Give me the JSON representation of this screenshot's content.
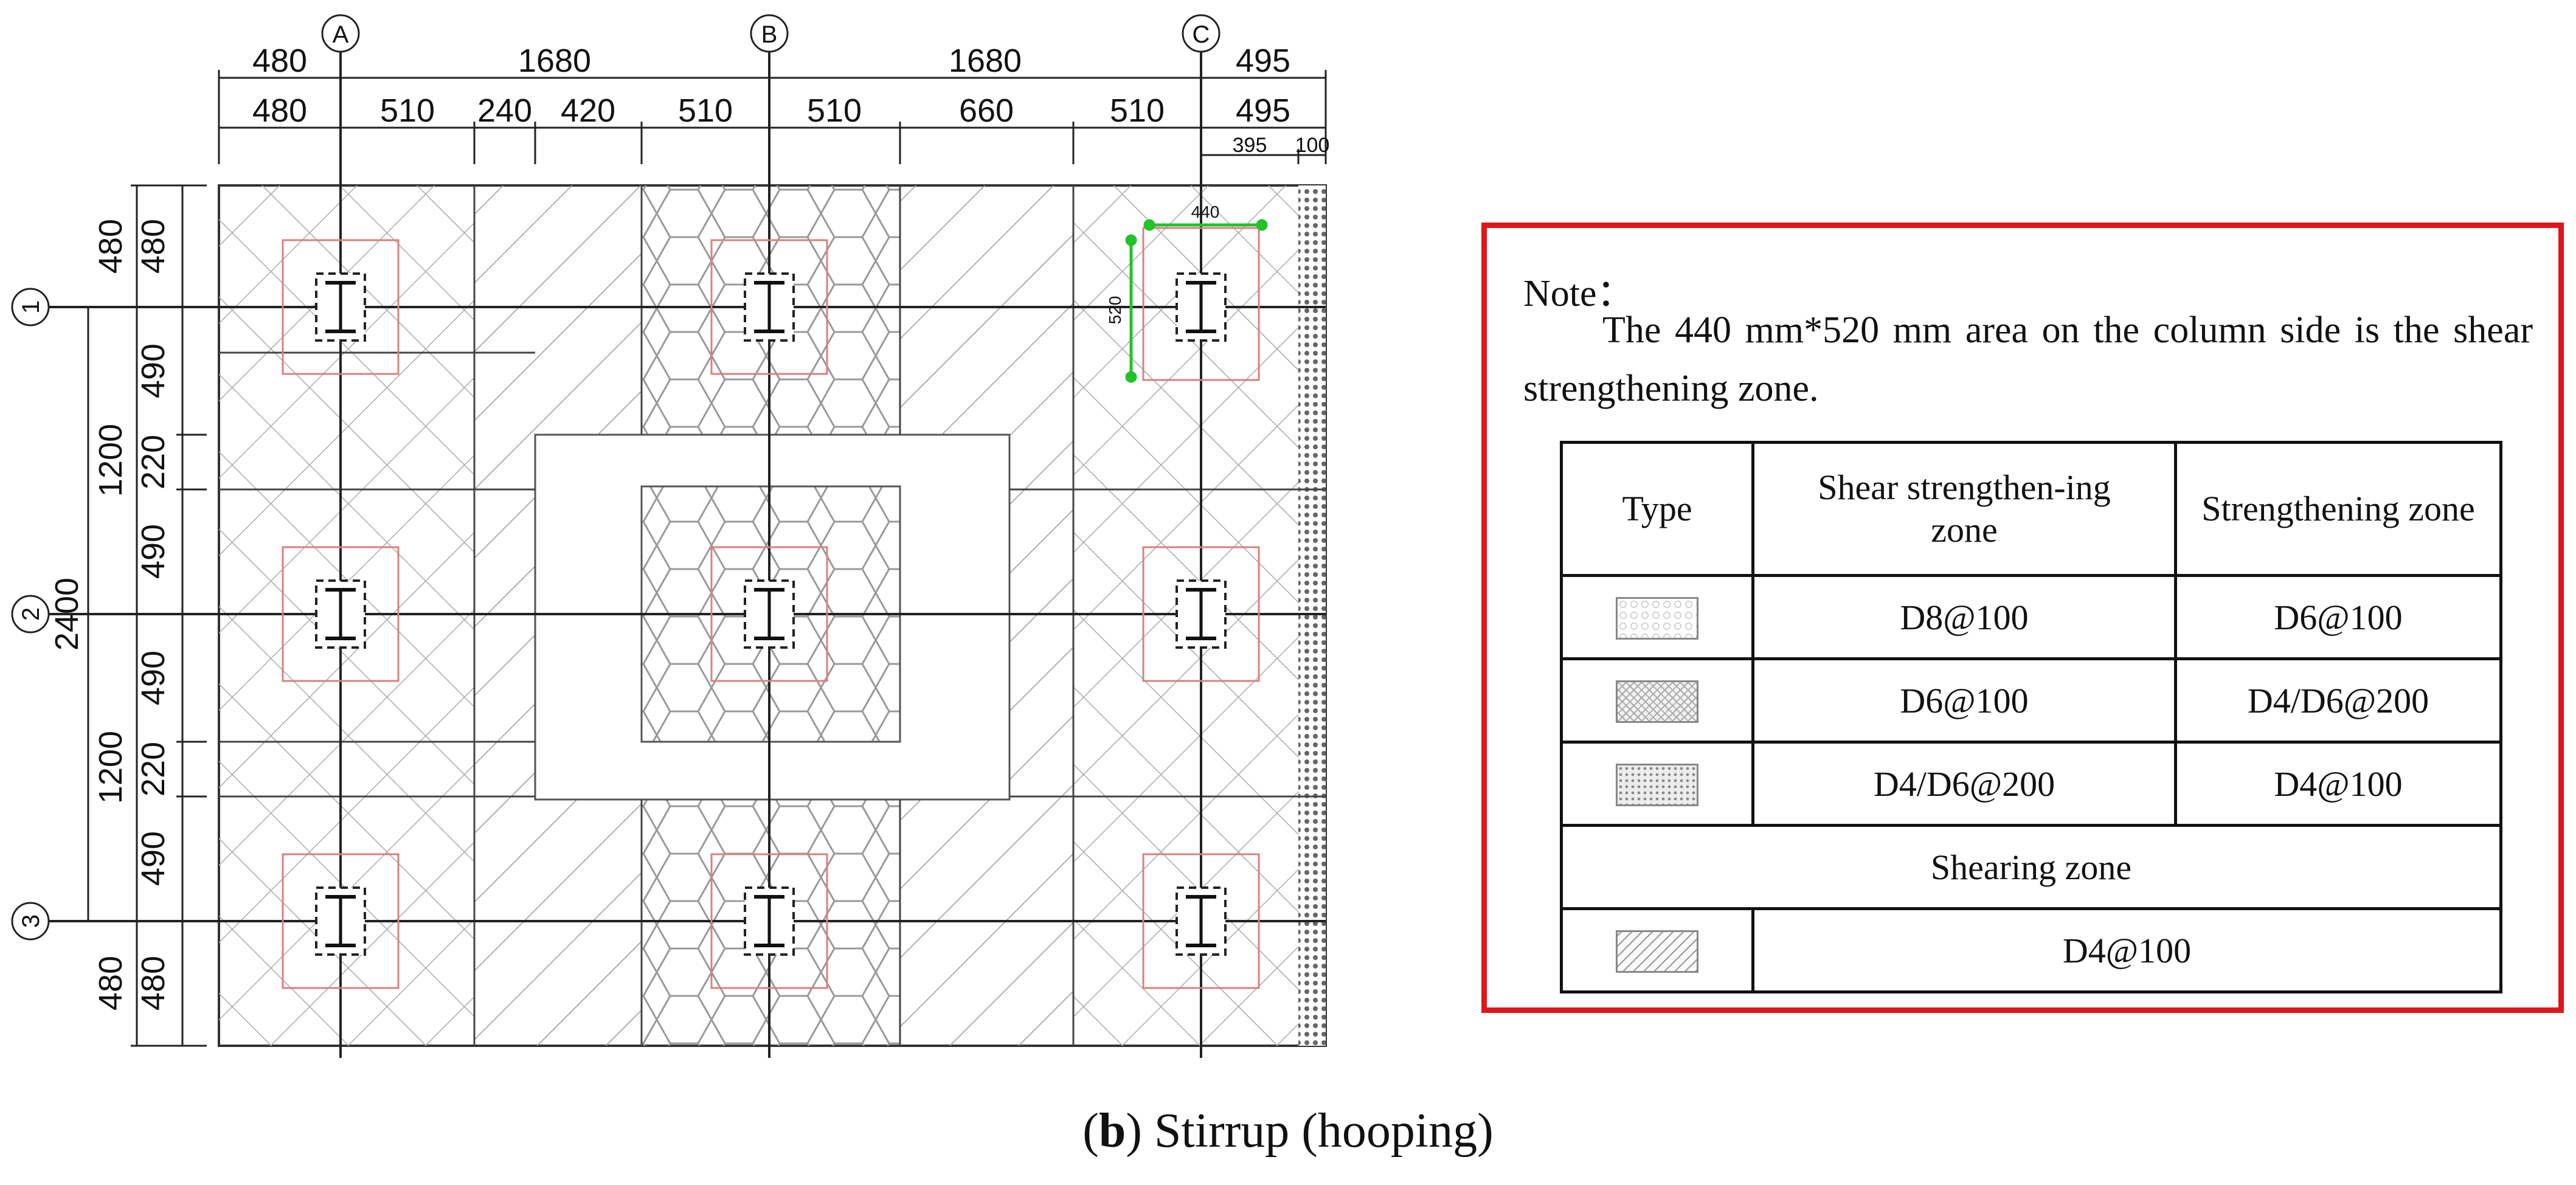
{
  "drawing": {
    "axes_cols": [
      "A",
      "B",
      "C"
    ],
    "axes_rows": [
      "1",
      "2",
      "3"
    ],
    "top_dims_row1": [
      "480",
      "1680",
      "1680",
      "495"
    ],
    "top_dims_row2": [
      "480",
      "510",
      "240",
      "420",
      "510",
      "510",
      "660",
      "510",
      "495"
    ],
    "top_dims_row3": [
      "395",
      "100"
    ],
    "left_dims_inner": [
      "480",
      "490",
      "220",
      "490",
      "490",
      "220",
      "490",
      "480"
    ],
    "left_dims_mid": [
      "480",
      "1200",
      "1200",
      "480"
    ],
    "left_dims_outer": [
      "2400"
    ],
    "green_dims": [
      "440",
      "520"
    ]
  },
  "note": {
    "title": "Note：",
    "text": "The 440 mm*520 mm area on the column side is the shear strengthening zone."
  },
  "legend": {
    "headers": [
      "Type",
      "Shear strengthen-ing zone",
      "Strengthening zone"
    ],
    "rows": [
      {
        "icon": "honeycomb-hatch-icon",
        "shear": "D8@100",
        "strengthening": "D6@100"
      },
      {
        "icon": "cross-hatch-icon",
        "shear": "D6@100",
        "strengthening": "D4/D6@200"
      },
      {
        "icon": "dot-hatch-icon",
        "shear": "D4/D6@200",
        "strengthening": "D4@100"
      }
    ],
    "section_label": "Shearing zone",
    "shearing_row": {
      "icon": "diagonal-hatch-icon",
      "value": "D4@100"
    }
  },
  "caption": {
    "prefix": "(",
    "bold": "b",
    "suffix": ") Stirrup (hooping)"
  },
  "colors": {
    "note_border": "#e0161c",
    "dimension_green": "#22c22a",
    "column_outline": "#d98080"
  }
}
